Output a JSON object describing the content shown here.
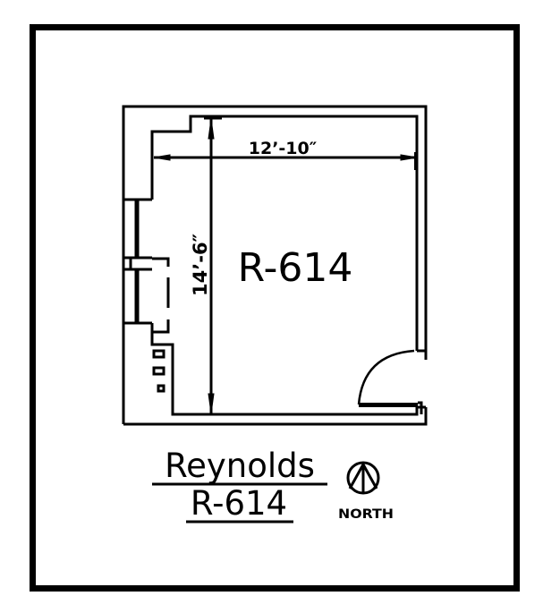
{
  "drawing": {
    "room_label": "R-614",
    "width_dimension": "12’-10″",
    "length_dimension": "14’-6″"
  },
  "title_block": {
    "building": "Reynolds",
    "room": "R-614"
  },
  "north_arrow": {
    "label": "NORTH",
    "icon": "north-arrow-icon"
  },
  "colors": {
    "line": "#000000",
    "background": "#ffffff"
  }
}
